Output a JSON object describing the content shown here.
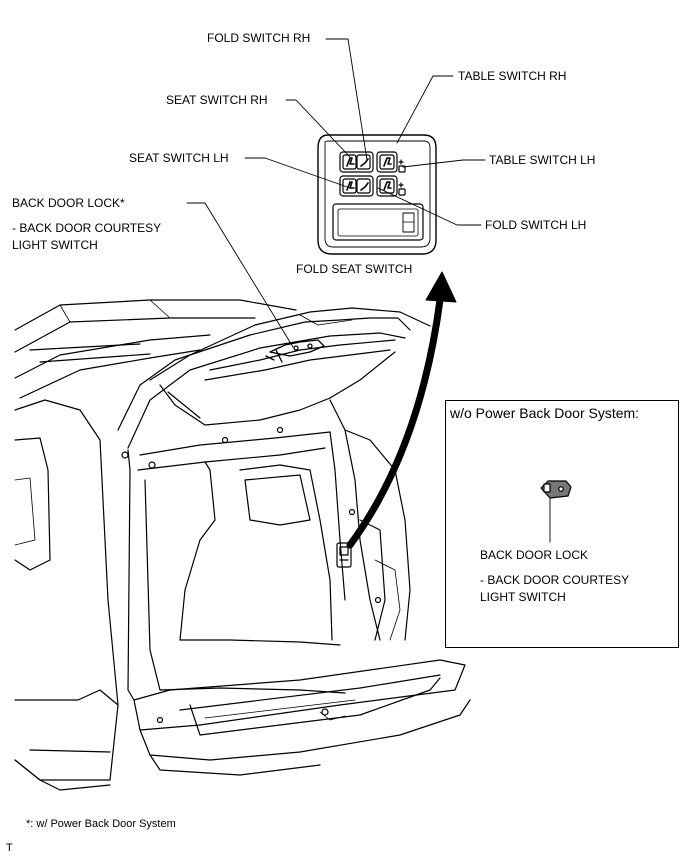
{
  "callouts": {
    "fold_switch_rh": "FOLD SWITCH RH",
    "table_switch_rh": "TABLE SWITCH RH",
    "seat_switch_rh": "SEAT SWITCH RH",
    "seat_switch_lh": "SEAT SWITCH LH",
    "table_switch_lh": "TABLE SWITCH LH",
    "fold_switch_lh": "FOLD SWITCH LH",
    "fold_seat_switch": "FOLD SEAT SWITCH",
    "back_door_lock_star": "BACK DOOR LOCK*",
    "back_door_courtesy_1": "- BACK DOOR COURTESY",
    "back_door_courtesy_2": "LIGHT SWITCH"
  },
  "inset": {
    "title": "w/o Power Back Door System:",
    "lock_label": "BACK DOOR LOCK",
    "courtesy_1": "- BACK DOOR COURTESY",
    "courtesy_2": "LIGHT SWITCH"
  },
  "footnote": "*: w/ Power Back Door System",
  "corner_mark": "T"
}
